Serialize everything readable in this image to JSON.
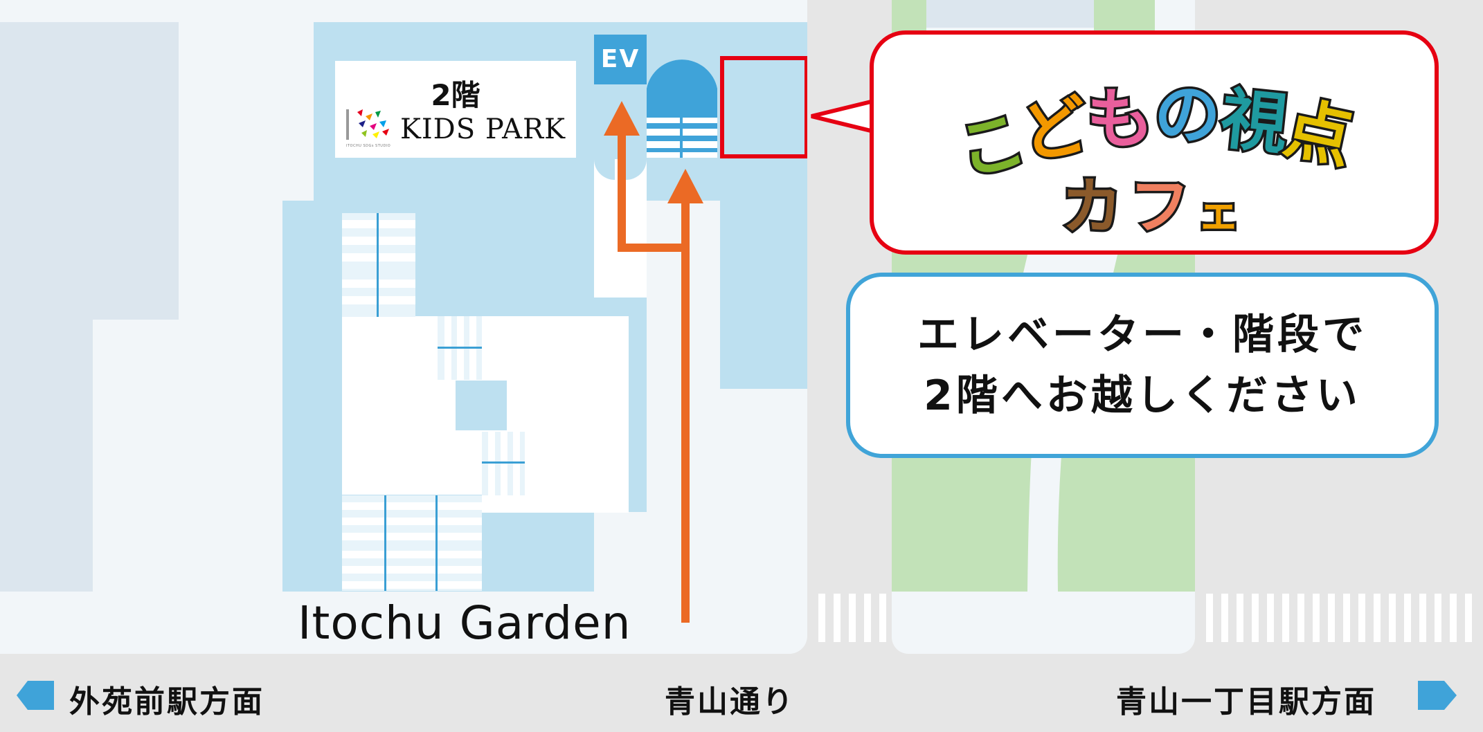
{
  "floor_label": {
    "floor": "2階",
    "venue": "KIDS PARK",
    "logo_text": "ITOCHU SDGs STUDIO"
  },
  "elevator_label": "EV",
  "building_name": "Itochu Garden",
  "cafe_callout": {
    "line1": [
      "こ",
      "ど",
      "も",
      "の",
      "視",
      "点"
    ],
    "line2": [
      "カ",
      "フ",
      "ェ"
    ],
    "line1_colors": [
      "#7cb32a",
      "#f39800",
      "#e95f9c",
      "#3fa3d9",
      "#1f9aa0",
      "#e5c000"
    ],
    "line2_colors": [
      "#8b5a2b",
      "#f08060",
      "#f0a000"
    ],
    "border_color": "#e60012"
  },
  "instruction_callout": {
    "line1": "エレベーター・階段で",
    "line2": "2階へお越しください",
    "border_color": "#40a4d8"
  },
  "street": {
    "left_direction": "外苑前駅方面",
    "center": "青山通り",
    "right_direction": "青山一丁目駅方面"
  },
  "colors": {
    "route_arrow": "#eb6a25",
    "highlight_box": "#e60012",
    "building": "#bde0f0",
    "stair_blue": "#3a9fd4",
    "park_green": "#c2e2b8"
  }
}
